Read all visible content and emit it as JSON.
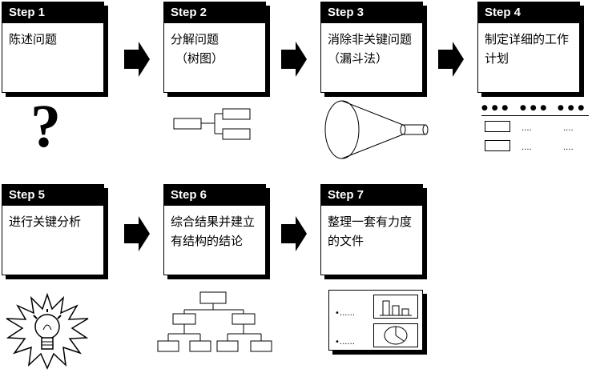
{
  "steps": [
    {
      "header": "Step 1",
      "text": "陈述问题",
      "sub": ""
    },
    {
      "header": "Step 2",
      "text": "分解问题",
      "sub": "（树图）"
    },
    {
      "header": "Step 3",
      "text": "消除非关键问题（漏斗法）",
      "sub": ""
    },
    {
      "header": "Step 4",
      "text": "制定详细的工作计划",
      "sub": ""
    },
    {
      "header": "Step 5",
      "text": "进行关键分析",
      "sub": ""
    },
    {
      "header": "Step 6",
      "text": "综合结果并建立有结构的结论",
      "sub": ""
    },
    {
      "header": "Step 7",
      "text": "整理一套有力度的文件",
      "sub": ""
    }
  ],
  "icons": {
    "step1": "question-mark-icon",
    "step2": "tree-diagram-icon",
    "step3": "funnel-icon",
    "step4": "work-plan-icon",
    "step5": "lightbulb-icon",
    "step6": "hierarchy-chart-icon",
    "step7": "document-slide-icon"
  },
  "step1_glyph": "?",
  "step4_plan": {
    "bullets": "● ● ●",
    "ellipsis": "...."
  },
  "step7_doc": {
    "ellipsis": "•......"
  }
}
